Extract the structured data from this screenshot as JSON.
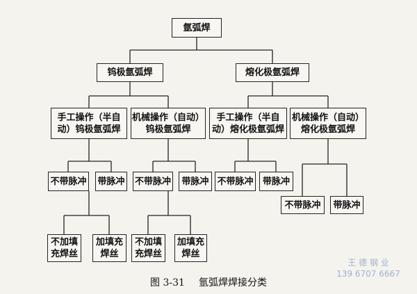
{
  "diagram": {
    "root": "氩弧焊",
    "level1": [
      "钨极氩弧焊",
      "熔化极氩弧焊"
    ],
    "level2": [
      "手工操作（半自\n动）钨极氩弧焊",
      "机械操作（自动）\n钨极氩弧焊",
      "手工操作（半自\n动）熔化极氩弧焊",
      "机械操作（自动）\n熔化极氩弧焊"
    ],
    "pulse": {
      "without": "不带脉冲",
      "with": "带脉冲"
    },
    "filler": {
      "without": "不加填\n充焊丝",
      "with": "加填充\n焊丝"
    }
  },
  "caption": {
    "figure_no": "图 3-31",
    "title": "氩弧焊焊接分类"
  },
  "watermark": {
    "company": "王 德 钢 业",
    "phone": "139 6707 6667"
  }
}
